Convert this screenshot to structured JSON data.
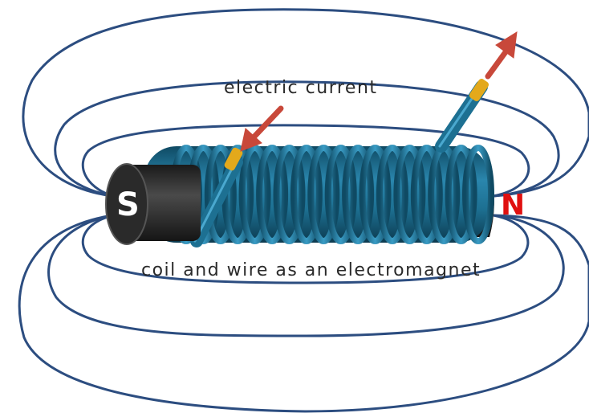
{
  "labels": {
    "current": "electric current",
    "coil": "coil and wire as an electromagnet",
    "south_pole": "S",
    "north_pole": "N"
  },
  "colors": {
    "field_lines": "#2c4d80",
    "coil": "#1d7092",
    "coil_dark": "#0f4a63",
    "core": "#2e2e2e",
    "arrow": "#c8483a",
    "wire_tip": "#e3a91b",
    "north_pole": "#e01010",
    "south_pole_text": "#ffffff"
  }
}
